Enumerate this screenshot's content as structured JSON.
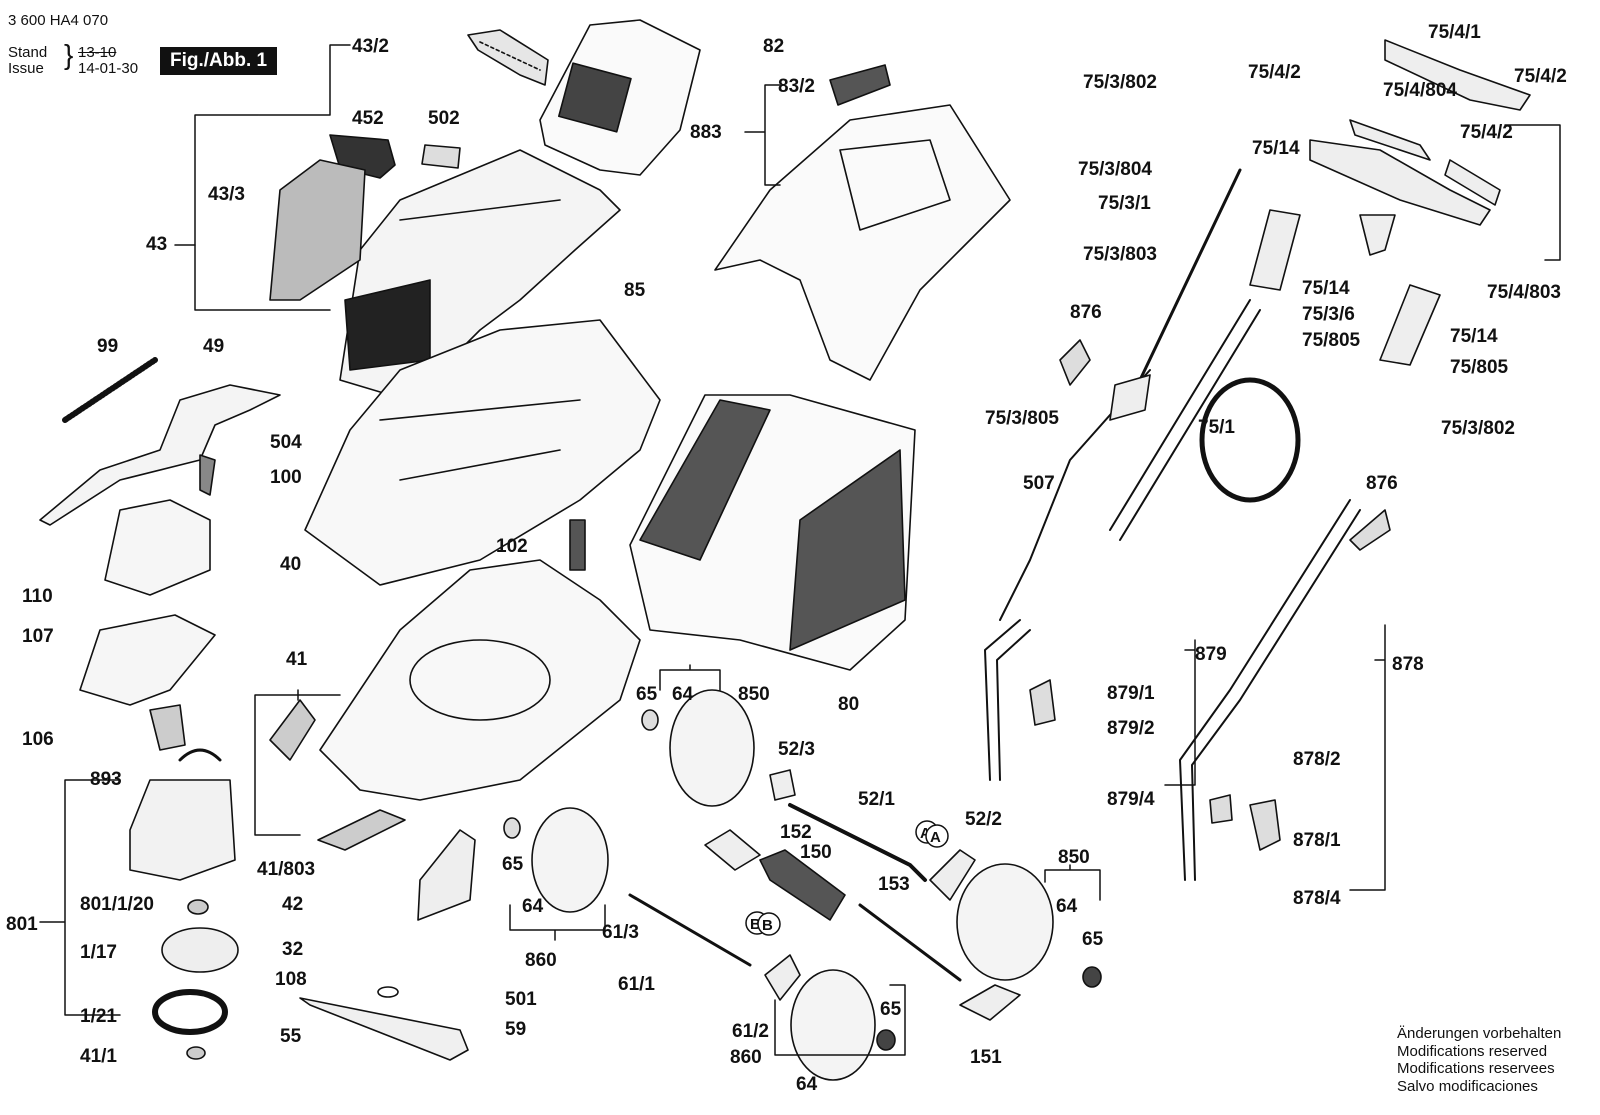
{
  "header": {
    "doc_number": "3 600 HA4 070",
    "stand_label": "Stand",
    "issue_label": "Issue",
    "old_date": "13-10",
    "new_date": "14-01-30",
    "figure_label": "Fig./Abb. 1"
  },
  "labels": [
    "43/2",
    "82",
    "452",
    "502",
    "83/2",
    "883",
    "43/3",
    "43",
    "85",
    "99",
    "49",
    "504",
    "100",
    "40",
    "102",
    "110",
    "107",
    "106",
    "41",
    "893",
    "41/803",
    "42",
    "32",
    "801",
    "801/1/20",
    "1/17",
    "108",
    "1/21",
    "55",
    "41/1",
    "501",
    "59",
    "65",
    "64",
    "850",
    "52/3",
    "65",
    "64",
    "860",
    "152",
    "150",
    "52/1",
    "52/2",
    "A",
    "153",
    "61/3",
    "61/1",
    "B",
    "61/2",
    "860",
    "64",
    "65",
    "151",
    "850",
    "64",
    "65",
    "80",
    "75/3/802",
    "75/4/1",
    "75/4/2",
    "75/4/2",
    "75/4/804",
    "75/4/2",
    "75/14",
    "75/3/804",
    "75/3/1",
    "75/3/803",
    "75/4/803",
    "75/14",
    "75/3/6",
    "75/805",
    "876",
    "75/14",
    "75/805",
    "75/3/805",
    "75/1",
    "75/3/802",
    "507",
    "876",
    "879",
    "878",
    "879/1",
    "879/2",
    "879/4",
    "878/2",
    "878/1",
    "878/4",
    "A",
    "B"
  ],
  "notes": [
    "Änderungen vorbehalten",
    "Modifications reserved",
    "Modifications reservees",
    "Salvo modificaciones"
  ]
}
